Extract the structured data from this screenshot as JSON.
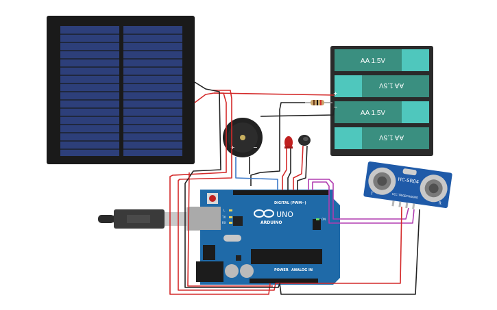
{
  "battery": {
    "cells": [
      {
        "label": "AA 1.5V",
        "flipped": false
      },
      {
        "label": "AA 1.5V",
        "flipped": true
      },
      {
        "label": "AA 1.5V",
        "flipped": false
      },
      {
        "label": "AA 1.5V",
        "flipped": true
      }
    ],
    "plus": "+",
    "minus": "−"
  },
  "arduino": {
    "brand": "ARDUINO",
    "model": "UNO",
    "digital_header": "DIGITAL (PWM~)",
    "power_header": "POWER",
    "analog_header": "ANALOG IN",
    "led_labels": [
      "L",
      "TX",
      "RX"
    ],
    "on_label": "ON"
  },
  "sensor": {
    "model": "HC-SR04",
    "pins": [
      "VCC",
      "TRIG",
      "ECHO",
      "GND"
    ],
    "t_label": "T",
    "r_label": "R"
  },
  "buzzer": {
    "plus": "+",
    "minus": "−"
  },
  "colors": {
    "wire_red": "#d42a2a",
    "wire_black": "#222222",
    "wire_purple": "#b03cb0",
    "wire_blue": "#3a78c8",
    "board": "#1f6aa8",
    "battery_cell": "#3a8f80",
    "battery_tab": "#4fc7bd",
    "solar_cell": "#2d3f7a"
  }
}
